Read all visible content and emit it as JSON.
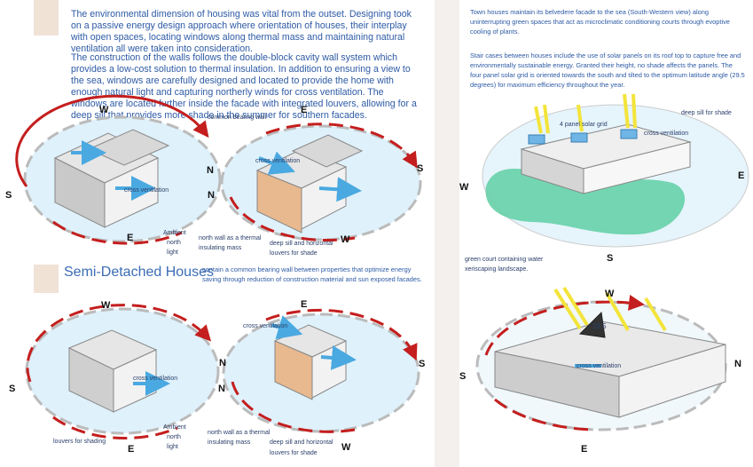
{
  "intro_paragraphs": [
    "The environmental dimension of housing was vital from the outset. Designing took on a passive energy design approach where orientation of houses, their interplay with open spaces, locating windows along thermal mass and maintaining natural ventilation all were taken into consideration.",
    "The construction of the walls follows the double-block cavity wall system which provides a low-cost solution to thermal insulation. In addition to ensuring a view to the sea, windows are carefully designed and located to provide the home with enough natural light and capturing northerly winds for cross ventilation. The windows are located further inside the facade with integrated louvers, allowing for a deep sill that provides more shade in the summer for southern facades."
  ],
  "semi_detached": {
    "title": "Semi-Detached Houses",
    "description": "contain a common bearing wall between properties that optimize energy saving through reduction of construction material and sun exposed facades."
  },
  "town_houses": {
    "paragraph1": "Town houses maintain its belvedere facade to the sea (South-Western view) along uninterrupting green spaces that act as microclimatic conditioning courts through evoptive cooling of plants.",
    "paragraph2": "Stair cases between houses include the use of solar panels on its roof top to capture free and environmentally sustainable energy. Granted their height, no shade affects the panels. The four panel solar grid is oriented towards the south and tilted to the optimum latitude angle (29.5 degrees) for maximum efficiency throughout the year."
  },
  "labels": {
    "cross_ventilation": "cross ventilation",
    "ambient_north_light": [
      "Ambient",
      "north",
      "light"
    ],
    "common_bearing_wall": "common bearing wall",
    "north_wall_thermal": [
      "north wall as a thermal",
      "insulating mass"
    ],
    "deep_sill_louvers": [
      "deep sill  and horizontal",
      "louvers for shade"
    ],
    "louvers_for_shading": "louvers for shading",
    "four_panel_solar_grid": "4 panel solar grid",
    "deep_sill_for_shade": "deep sill for shade",
    "green_court": [
      "green court containing water",
      "xeriscaping landscape."
    ],
    "angle": "29.5"
  },
  "directions": {
    "north": "N",
    "south": "S",
    "east": "E",
    "west": "W"
  },
  "colors": {
    "text_blue": "#2d5aa5",
    "arrow_red": "#c41e1e",
    "ground_blue": "#dff1fb",
    "ground_green": "#5ecfa3",
    "wind_blue": "#4aa9e0",
    "sun_yellow": "#f3e43a",
    "wall_peach": "#e8b98f"
  }
}
